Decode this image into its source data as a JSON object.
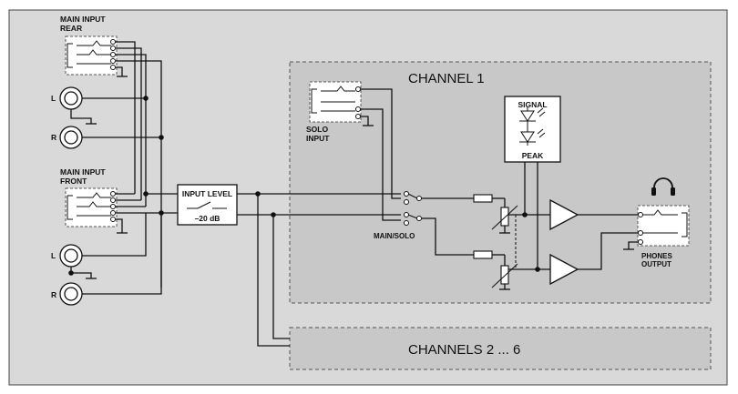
{
  "main_input_rear_title": "MAIN INPUT\nREAR",
  "main_input_front_title": "MAIN INPUT\nFRONT",
  "rca_left": "L",
  "rca_right": "R",
  "input_level_title": "INPUT LEVEL",
  "input_level_value": "–20 dB",
  "channel1_title": "CHANNEL 1",
  "solo_input_label": "SOLO\nINPUT",
  "signal_label": "SIGNAL",
  "peak_label": "PEAK",
  "main_solo_label": "MAIN/SOLO",
  "phones_output_label": "PHONES\nOUTPUT",
  "channels_rest_title": "CHANNELS 2 ... 6",
  "colors": {
    "background": "#d9d9d9",
    "channel_box": "#c8c8c8",
    "line": "#111111"
  }
}
